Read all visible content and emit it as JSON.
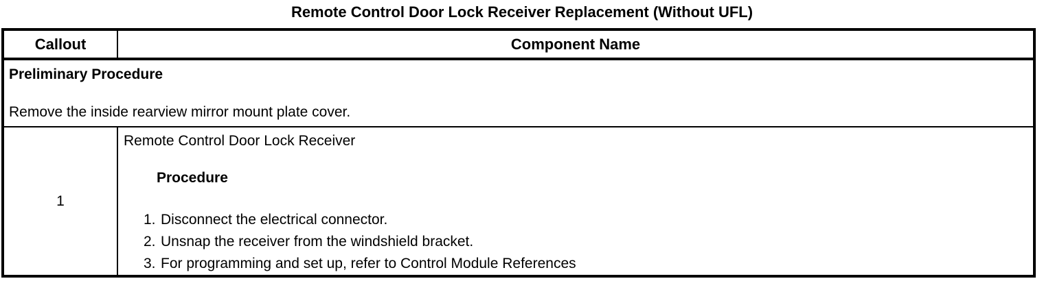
{
  "page_title": "Remote Control Door Lock Receiver Replacement (Without UFL)",
  "colors": {
    "text": "#000000",
    "border": "#000000",
    "background": "#ffffff"
  },
  "table": {
    "header": {
      "callout": "Callout",
      "component": "Component Name"
    },
    "preliminary": {
      "heading": "Preliminary Procedure",
      "text": "Remove the inside rearview mirror mount plate cover."
    },
    "row1": {
      "callout": "1",
      "component_name": "Remote Control Door Lock Receiver",
      "procedure_heading": "Procedure",
      "steps": [
        {
          "num": "1.",
          "text": "Disconnect the electrical connector."
        },
        {
          "num": "2.",
          "text": "Unsnap the receiver from the windshield bracket."
        },
        {
          "num": "3.",
          "text": "For programming and set up, refer to Control Module References"
        }
      ]
    }
  }
}
